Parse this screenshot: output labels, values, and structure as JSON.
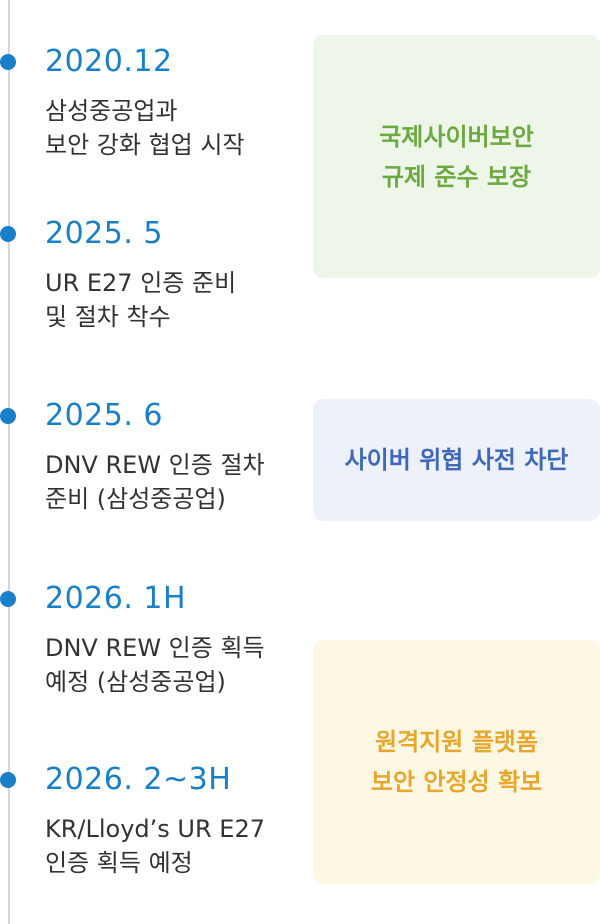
{
  "colors": {
    "line": "#d4d7db",
    "dot": "#1a7fc9",
    "date": "#1a7fc9",
    "text": "#333333",
    "green_bg": "#eef5e9",
    "green_text": "#6caa3f",
    "blue_bg": "#edf1f9",
    "blue_text": "#3f69b8",
    "yellow_bg": "#fdf8e4",
    "yellow_text": "#e7a72d"
  },
  "timeline": [
    {
      "date": "2020.12",
      "desc": "삼성중공업과\n보안 강화 협업 시작"
    },
    {
      "date": "2025. 5",
      "desc": "UR E27 인증 준비\n및 절차 착수"
    },
    {
      "date": "2025. 6",
      "desc": "DNV REW 인증 절차\n준비 (삼성중공업)"
    },
    {
      "date": "2026. 1H",
      "desc": "DNV REW 인증 획득\n예정 (삼성중공업)"
    },
    {
      "date": "2026. 2~3H",
      "desc": "KR/Lloyd’s UR E27\n인증 획득 예정"
    }
  ],
  "boxes": [
    {
      "text": "국제사이버보안\n규제 준수 보장"
    },
    {
      "text": "사이버 위협 사전 차단"
    },
    {
      "text": "원격지원 플랫폼\n보안 안정성 확보"
    }
  ]
}
